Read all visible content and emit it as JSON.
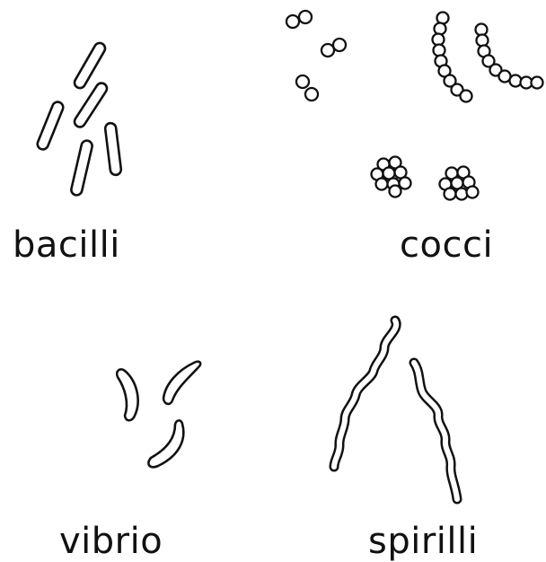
{
  "labels": {
    "bacilli": "bacilli",
    "cocci": "cocci",
    "vibrio": "vibrio",
    "spirilli": "spirilli"
  },
  "colors": {
    "stroke": "#111111",
    "background": "#ffffff"
  }
}
